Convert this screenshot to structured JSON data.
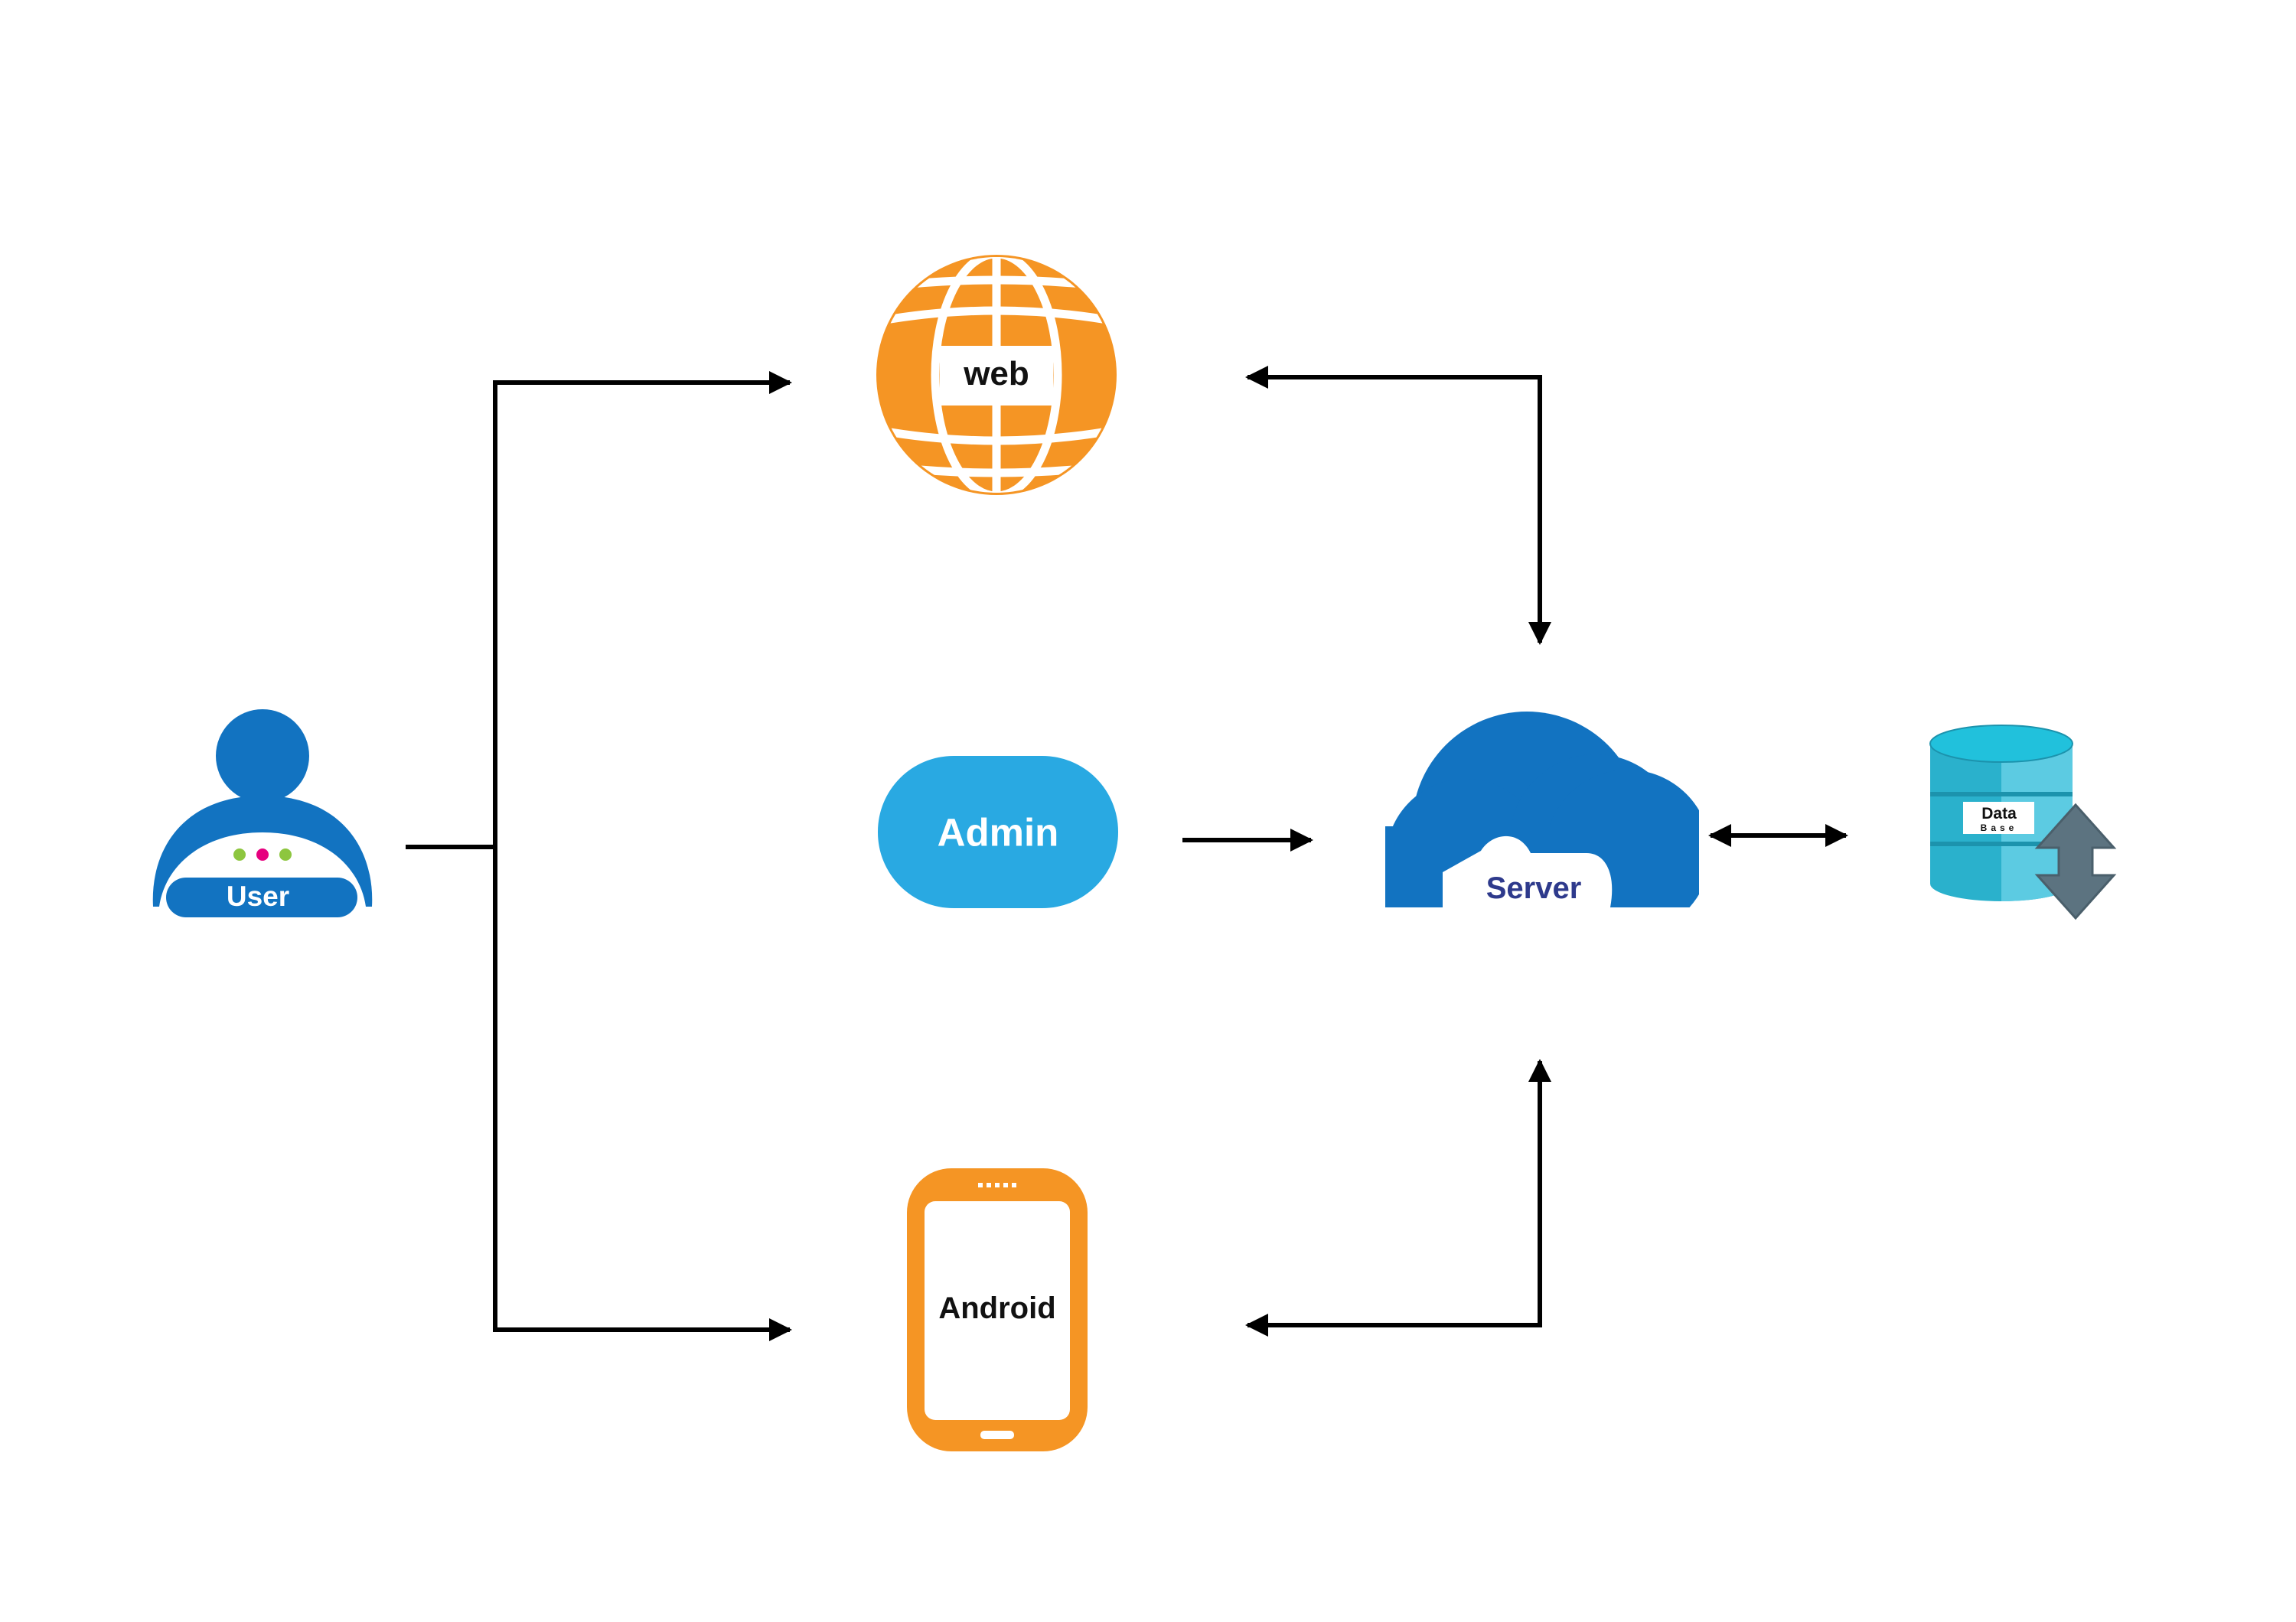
{
  "nodes": {
    "user": {
      "label": "User",
      "icon": "user-icon",
      "color": "#1273c1"
    },
    "web": {
      "label": "web",
      "icon": "globe-icon",
      "color": "#f59524"
    },
    "admin": {
      "label": "Admin",
      "icon": "pill-shape",
      "color": "#29a9e2"
    },
    "android": {
      "label": "Android",
      "icon": "smartphone-icon",
      "color": "#f59524"
    },
    "server": {
      "label": "Server",
      "icon": "cloud-icon",
      "color": "#1273c1",
      "label_color": "#2e3a8c"
    },
    "database": {
      "label_line1": "Data",
      "label_line2": "Base",
      "icon": "database-icon",
      "color": "#2ab1cc"
    }
  },
  "edges": [
    {
      "from": "user",
      "to": "web",
      "direction": "forward"
    },
    {
      "from": "user",
      "to": "android",
      "direction": "forward"
    },
    {
      "from": "admin",
      "to": "server",
      "direction": "forward"
    },
    {
      "from": "server",
      "to": "web",
      "direction": "both"
    },
    {
      "from": "server",
      "to": "android",
      "direction": "both"
    },
    {
      "from": "server",
      "to": "database",
      "direction": "both"
    }
  ]
}
